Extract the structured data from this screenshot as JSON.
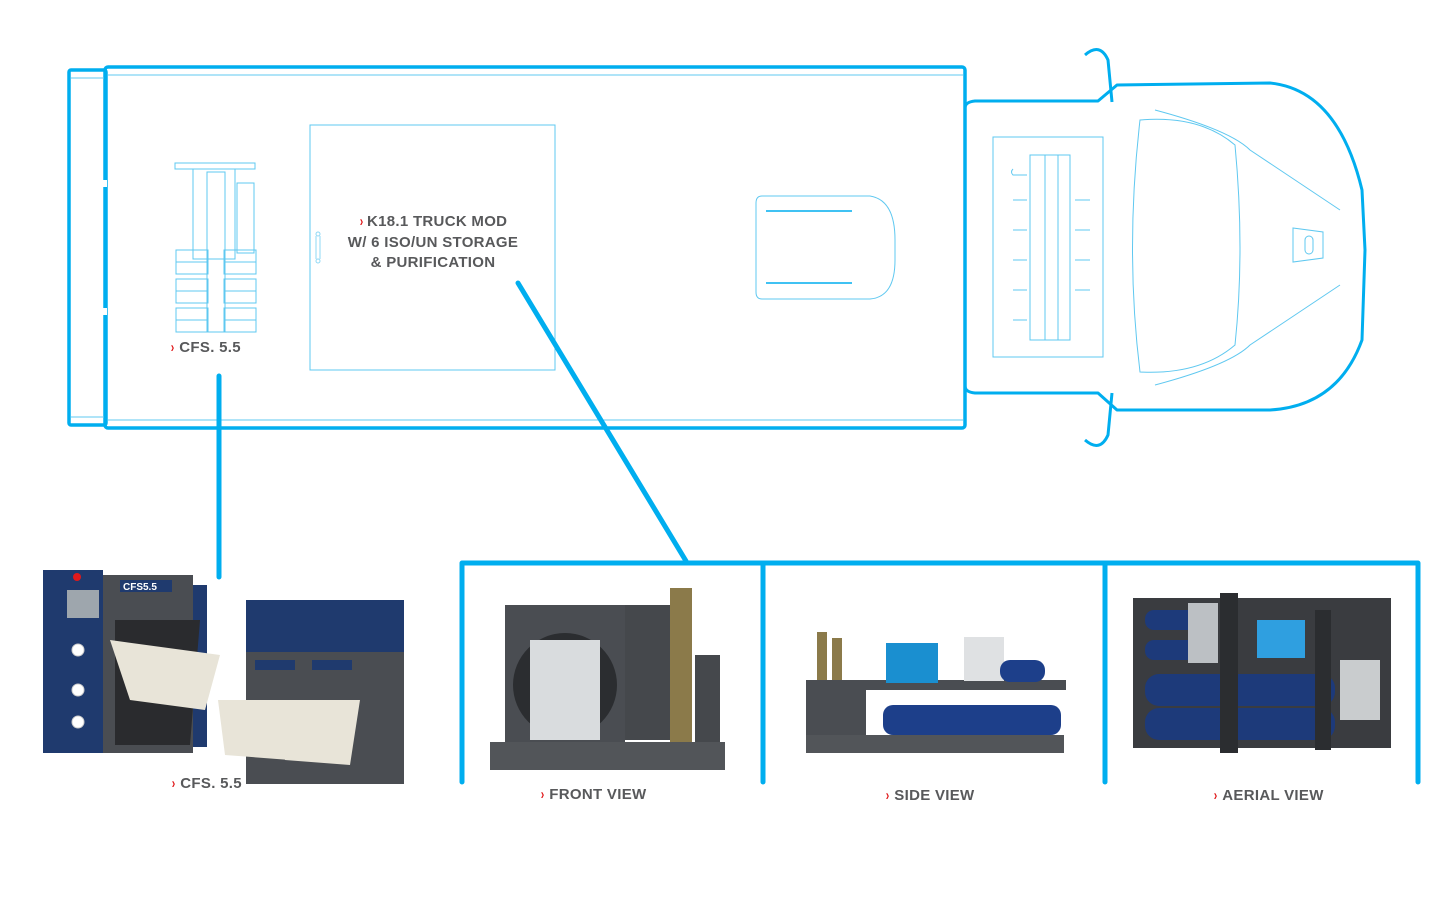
{
  "diagram": {
    "title_lines": [
      "K18.1 TRUCK MOD",
      "W/ 6 ISO/UN STORAGE",
      "& PURIFICATION"
    ],
    "chevron": "›",
    "accent_color": "#00aeef",
    "outline_color": "#5fc8f0",
    "bullet_color": "#e0191b",
    "text_color": "#58595b",
    "truck_components": [
      {
        "id": "cfs-plan",
        "label": "CFS. 5.5"
      },
      {
        "id": "k18-module",
        "label": "K18.1 TRUCK MOD W/ 6 ISO/UN STORAGE & PURIFICATION"
      }
    ],
    "products": [
      {
        "id": "cfs",
        "label": "CFS. 5.5",
        "badge": "CFS5.5"
      },
      {
        "id": "front",
        "label": "FRONT VIEW"
      },
      {
        "id": "side",
        "label": "SIDE VIEW"
      },
      {
        "id": "aerial",
        "label": "AERIAL VIEW"
      }
    ]
  }
}
